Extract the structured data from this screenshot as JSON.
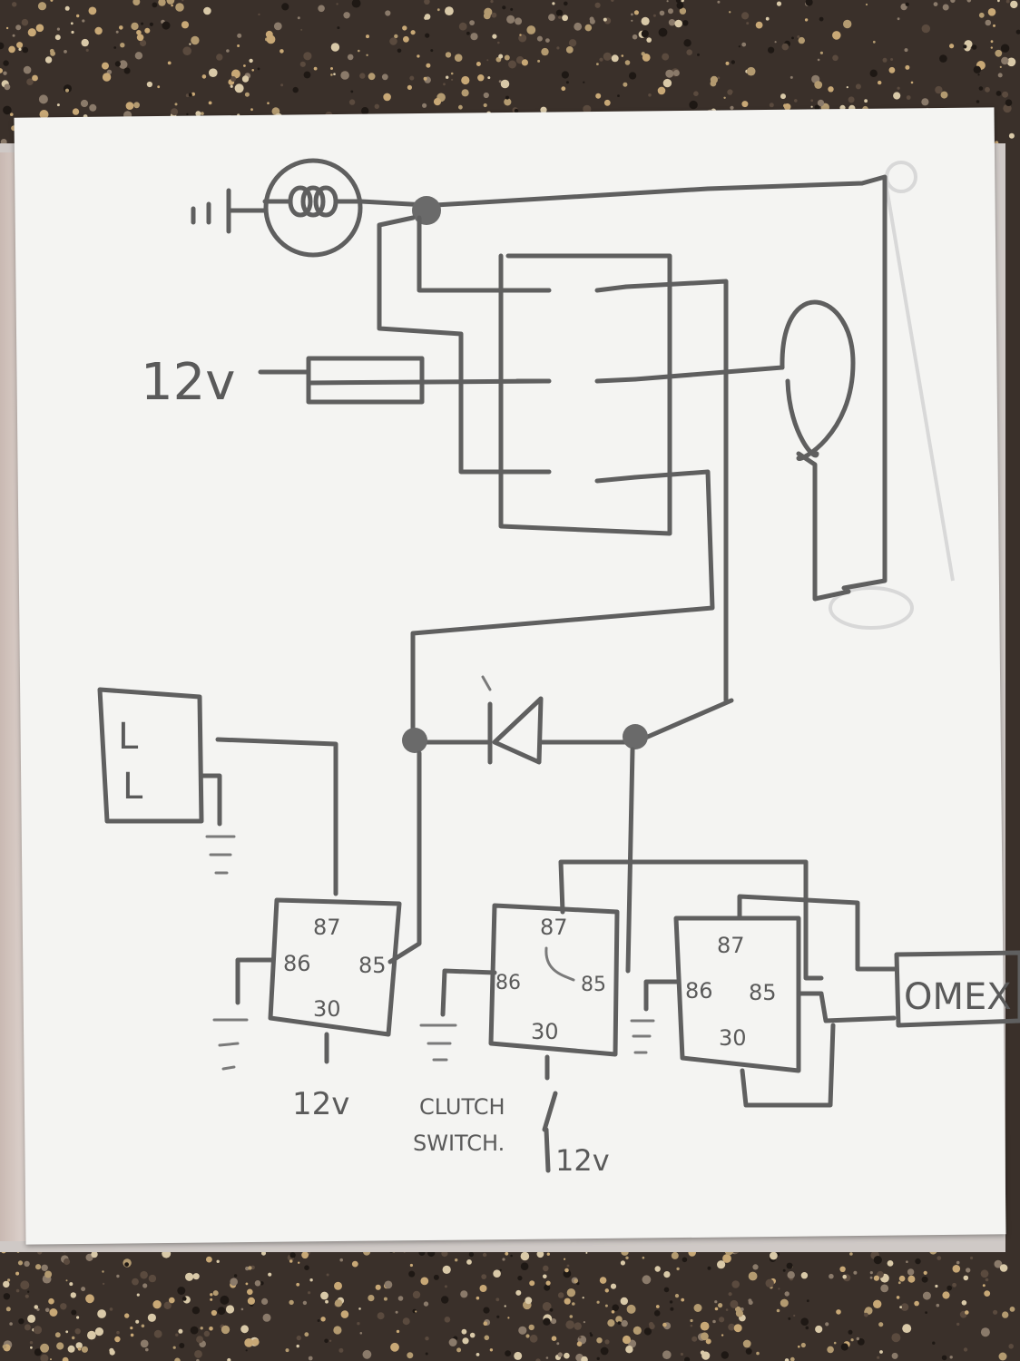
{
  "scene": {
    "background_color": "#3a302a",
    "paper_color": "#f4f4f2",
    "pencil_color": "#5f5f5f"
  },
  "labels": {
    "top_12v": "12v",
    "light_box_line1": "L",
    "light_box_line2": "L",
    "omex": "OMEX",
    "clutch_switch_line1": "CLUTCH",
    "clutch_switch_line2": "SWITCH.",
    "relay2_12v": "12v",
    "relay1_12v": "12v"
  },
  "relays": [
    {
      "pin_87": "87",
      "pin_86": "86",
      "pin_85": "85",
      "pin_30": "30"
    },
    {
      "pin_87": "87",
      "pin_86": "86",
      "pin_85": "85",
      "pin_30": "30"
    },
    {
      "pin_87": "87",
      "pin_86": "86",
      "pin_85": "85",
      "pin_30": "30"
    }
  ]
}
